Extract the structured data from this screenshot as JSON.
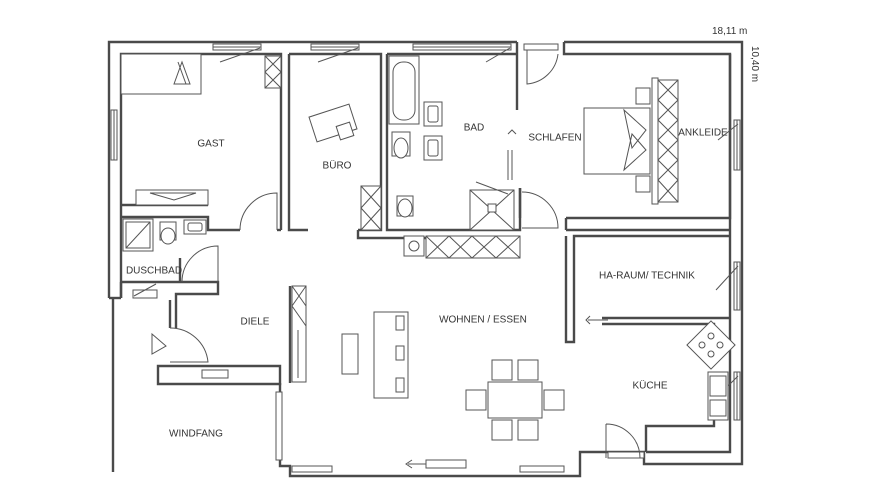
{
  "dimensions": {
    "width": "18,11 m",
    "height": "10,40 m"
  },
  "rooms": {
    "gast": "GAST",
    "buero": "BÜRO",
    "bad": "BAD",
    "schlafen": "SCHLAFEN",
    "ankleide": "ANKLEIDE",
    "duschbad": "DUSCHBAD",
    "ha_raum": "HA-RAUM/ TECHNIK",
    "diele": "DIELE",
    "wohnen": "WOHNEN / ESSEN",
    "kueche": "KÜCHE",
    "windfang": "WINDFANG"
  }
}
